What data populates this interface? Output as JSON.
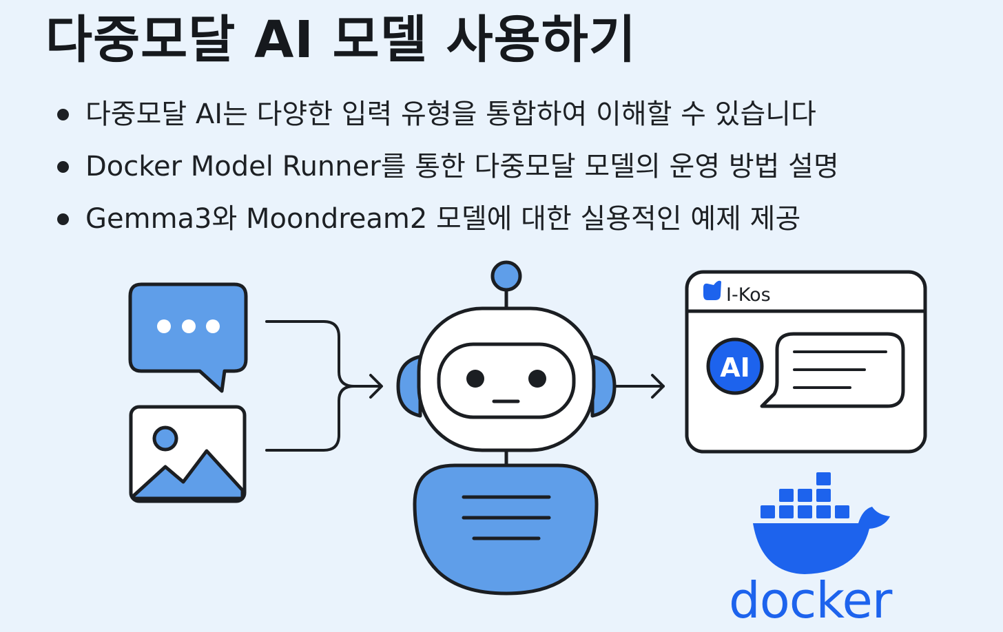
{
  "title": "다중모달 AI 모델 사용하기",
  "bullets": [
    "다중모달 AI는 다양한 입력 유형을 통합하여 이해할 수 있습니다",
    "Docker Model Runner를 통한 다중모달 모델의 운영 방법 설명",
    "Gemma3와 Moondream2 모델에 대한 실용적인 예제 제공"
  ],
  "diagram": {
    "inputs": [
      "chat-bubble-icon",
      "image-icon"
    ],
    "model": "robot-icon",
    "output_window": {
      "brand": "I-Kos",
      "badge": "AI",
      "icon": "chat-reply-icon"
    },
    "logo": {
      "icon": "docker-whale-icon",
      "word": "docker"
    }
  },
  "colors": {
    "background": "#eaf3fc",
    "accent_blue": "#5f9ee9",
    "docker_blue": "#1d63ed",
    "stroke": "#1b1e22"
  }
}
